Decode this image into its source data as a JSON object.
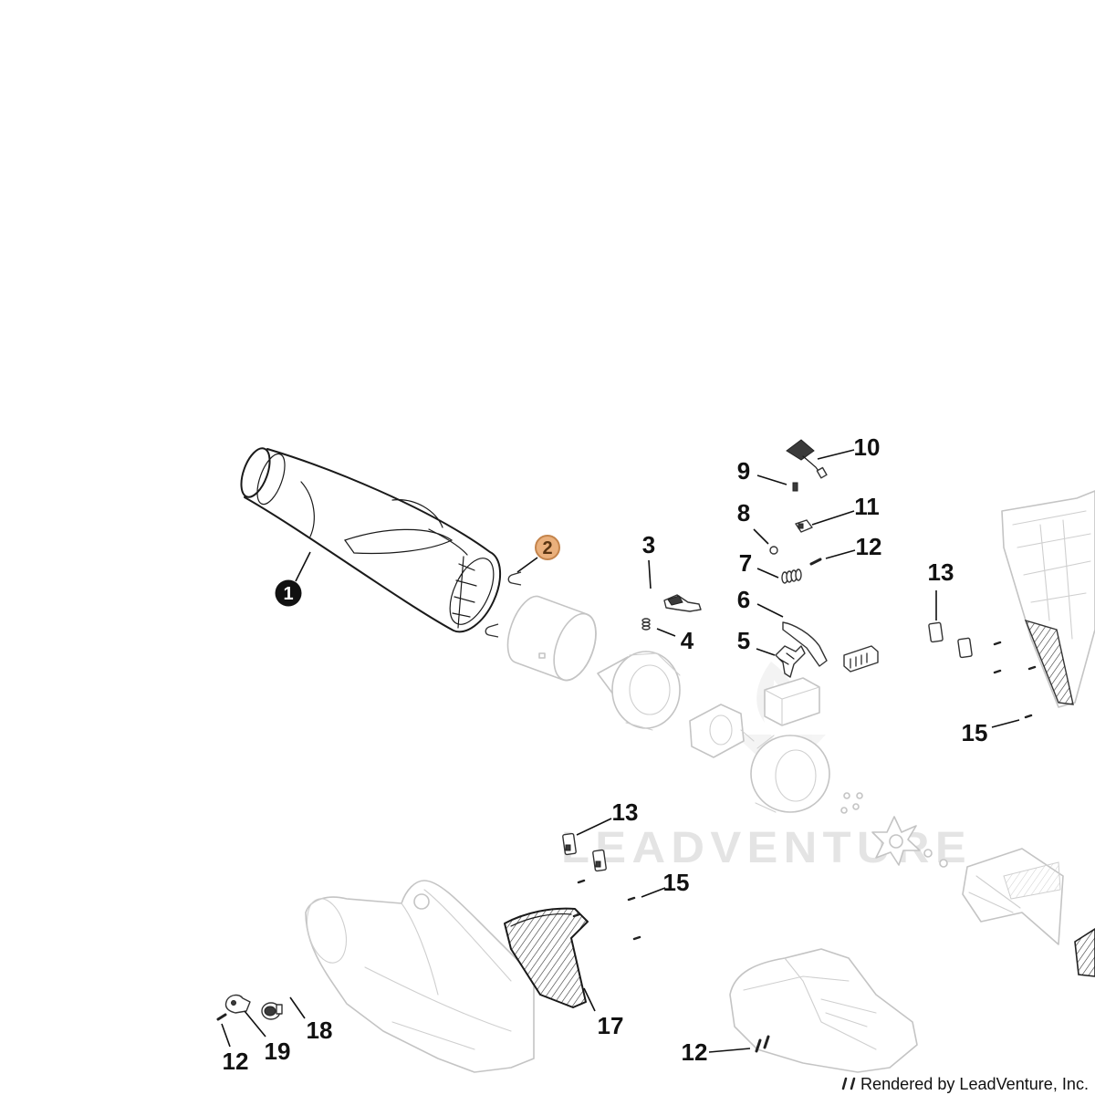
{
  "callouts": [
    "1",
    "2",
    "3",
    "4",
    "5",
    "6",
    "7",
    "8",
    "9",
    "10",
    "11",
    "12",
    "13",
    "15",
    "13",
    "15",
    "17",
    "18",
    "19",
    "12",
    "12"
  ],
  "watermark": "LEADVENTURE",
  "footer": {
    "credit": "Rendered by LeadVenture, Inc."
  },
  "colors": {
    "selected_callout": "#111111",
    "highlight_callout": "#eab07c",
    "highlight_callout_border": "#c4844c",
    "part_outline_active": "#1a1a1a",
    "part_outline_faded": "#c4c4c4"
  }
}
